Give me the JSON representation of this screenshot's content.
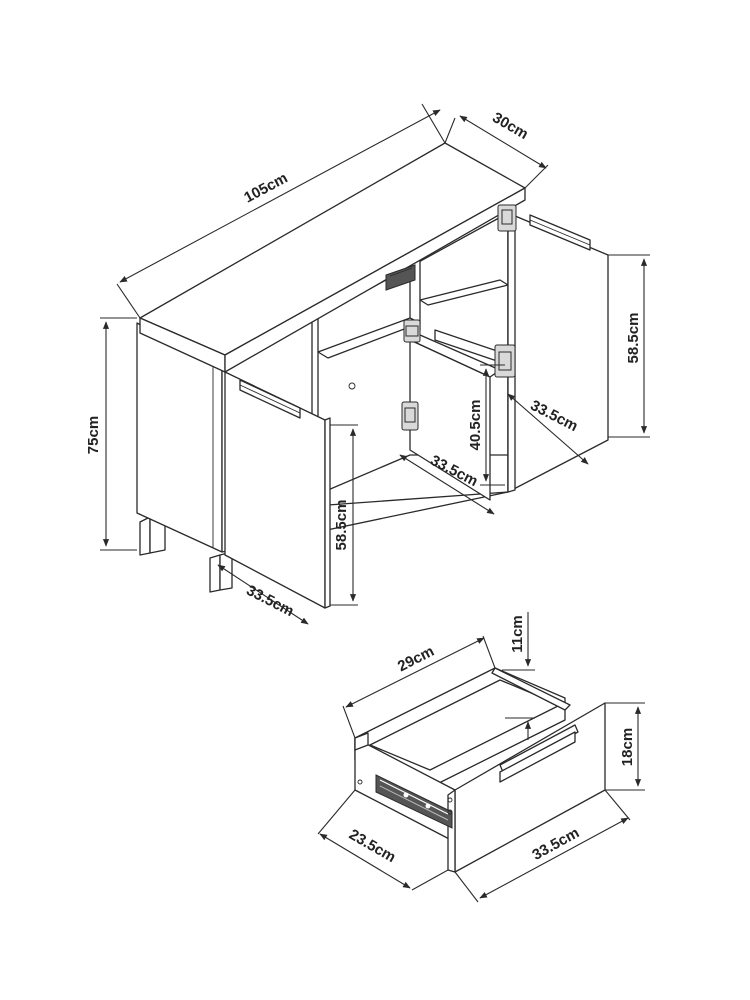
{
  "diagram": {
    "dimensions": {
      "cabinet_width": "105cm",
      "cabinet_depth": "30cm",
      "cabinet_height": "75cm",
      "right_door_height": "58.5cm",
      "right_door_width": "33.5cm",
      "inner_height": "40.5cm",
      "middle_door_width": "33.5cm",
      "left_door_height": "58.5cm",
      "left_door_width": "33.5cm",
      "drawer_inner_width": "29cm",
      "drawer_inner_height": "11cm",
      "drawer_front_height": "18cm",
      "drawer_depth": "23.5cm",
      "drawer_front_width": "33.5cm"
    }
  }
}
